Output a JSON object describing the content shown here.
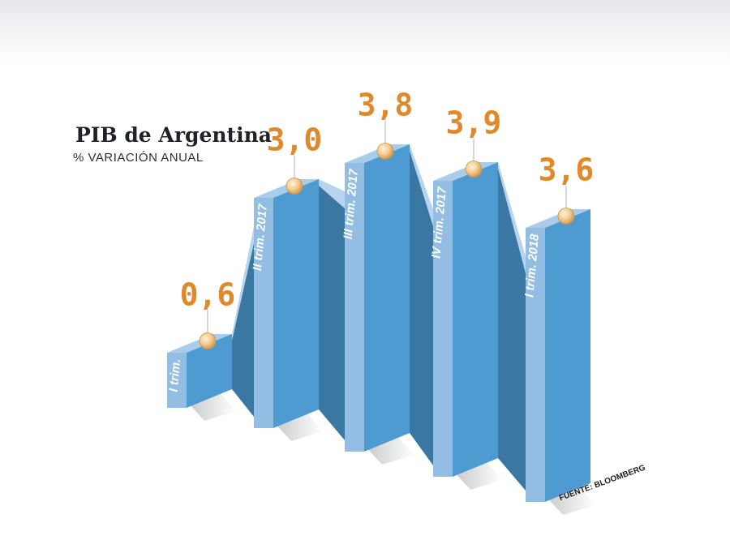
{
  "title": "PIB de Argentina",
  "subtitle": "% VARIACIÓN ANUAL",
  "source": "FUENTE: BLOOMBERG",
  "colors": {
    "front": "#4e9bd1",
    "left_face": "#93bde3",
    "top_face": "#a9cceb",
    "bridge": "#3b77a3",
    "value_label": "#e0892a",
    "dot": "#f3cc8f"
  },
  "chart_data": {
    "type": "bar",
    "title": "PIB de Argentina",
    "subtitle": "% VARIACIÓN ANUAL",
    "xlabel": "",
    "ylabel": "",
    "categories": [
      "I trim.",
      "II trim. 2017",
      "III trim. 2017",
      "IV trim. 2017",
      "I trim. 2018"
    ],
    "values": [
      0.6,
      3.0,
      3.8,
      3.9,
      3.6
    ],
    "value_labels": [
      "0,6",
      "3,0",
      "3,8",
      "3,9",
      "3,6"
    ],
    "grid": false,
    "legend": "none"
  }
}
